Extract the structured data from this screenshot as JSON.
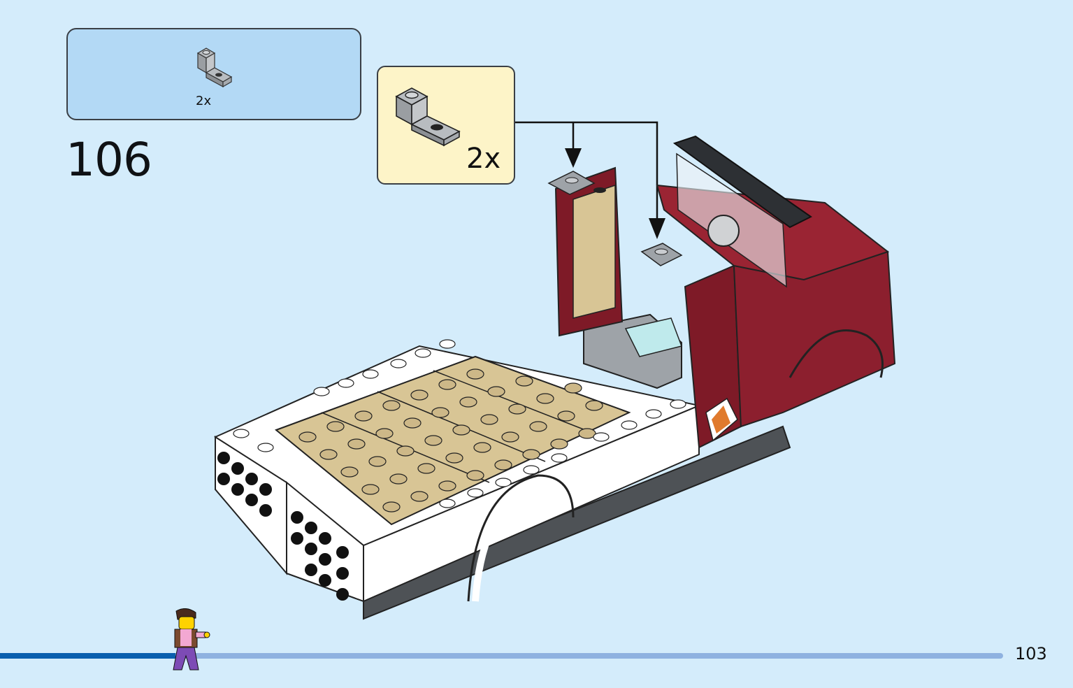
{
  "parts_list": {
    "quantity": "2x",
    "part_icon": "gray-bracket-plate-icon"
  },
  "step": {
    "number": "106"
  },
  "callout": {
    "quantity": "2x",
    "part_icon": "gray-bracket-plate-icon"
  },
  "model_icon": "lego-truck-assembly-icon",
  "progress": {
    "fraction": 0.175
  },
  "page": {
    "number": "103"
  },
  "colors": {
    "background": "#d4ecfb",
    "parts_box": "#b3d9f5",
    "callout": "#fdf4c8",
    "progress_fill": "#0a5fae",
    "progress_track": "#8fb2e0",
    "truck_red": "#7e1a27",
    "tan": "#d8c595",
    "white": "#ffffff",
    "dark_gray": "#4e5256"
  }
}
